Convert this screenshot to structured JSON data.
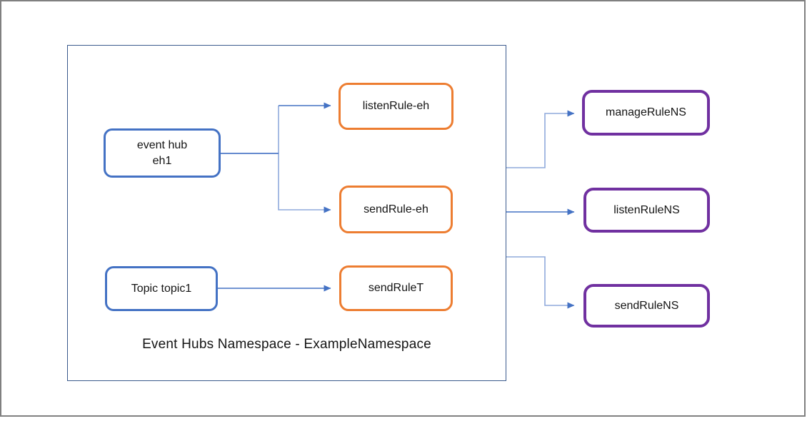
{
  "colors": {
    "blue-node-border": "#4472C4",
    "orange-node-border": "#ED7D31",
    "purple-node-border": "#7030A0",
    "connector-dark": "#4472C4",
    "connector-light": "#8FAADC",
    "namespace-border": "#3A5A8C",
    "frame-border": "#808080",
    "text": "#141414"
  },
  "diagram": {
    "namespace_label": "Event Hubs Namespace - ExampleNamespace",
    "nodes": {
      "event_hub": {
        "line1": "event hub",
        "line2": "eh1"
      },
      "topic": {
        "label": "Topic topic1"
      },
      "listen_rule_eh": {
        "label": "listenRule-eh"
      },
      "send_rule_eh": {
        "label": "sendRule-eh"
      },
      "send_rule_t": {
        "label": "sendRuleT"
      },
      "manage_rule_ns": {
        "label": "manageRuleNS"
      },
      "listen_rule_ns": {
        "label": "listenRuleNS"
      },
      "send_rule_ns": {
        "label": "sendRuleNS"
      }
    },
    "edges": [
      {
        "from": "event hub eh1",
        "to": "listenRule-eh"
      },
      {
        "from": "event hub eh1",
        "to": "sendRule-eh"
      },
      {
        "from": "Topic topic1",
        "to": "sendRuleT"
      },
      {
        "from": "Event Hubs Namespace - ExampleNamespace",
        "to": "manageRuleNS"
      },
      {
        "from": "Event Hubs Namespace - ExampleNamespace",
        "to": "listenRuleNS"
      },
      {
        "from": "Event Hubs Namespace - ExampleNamespace",
        "to": "sendRuleNS"
      }
    ]
  }
}
